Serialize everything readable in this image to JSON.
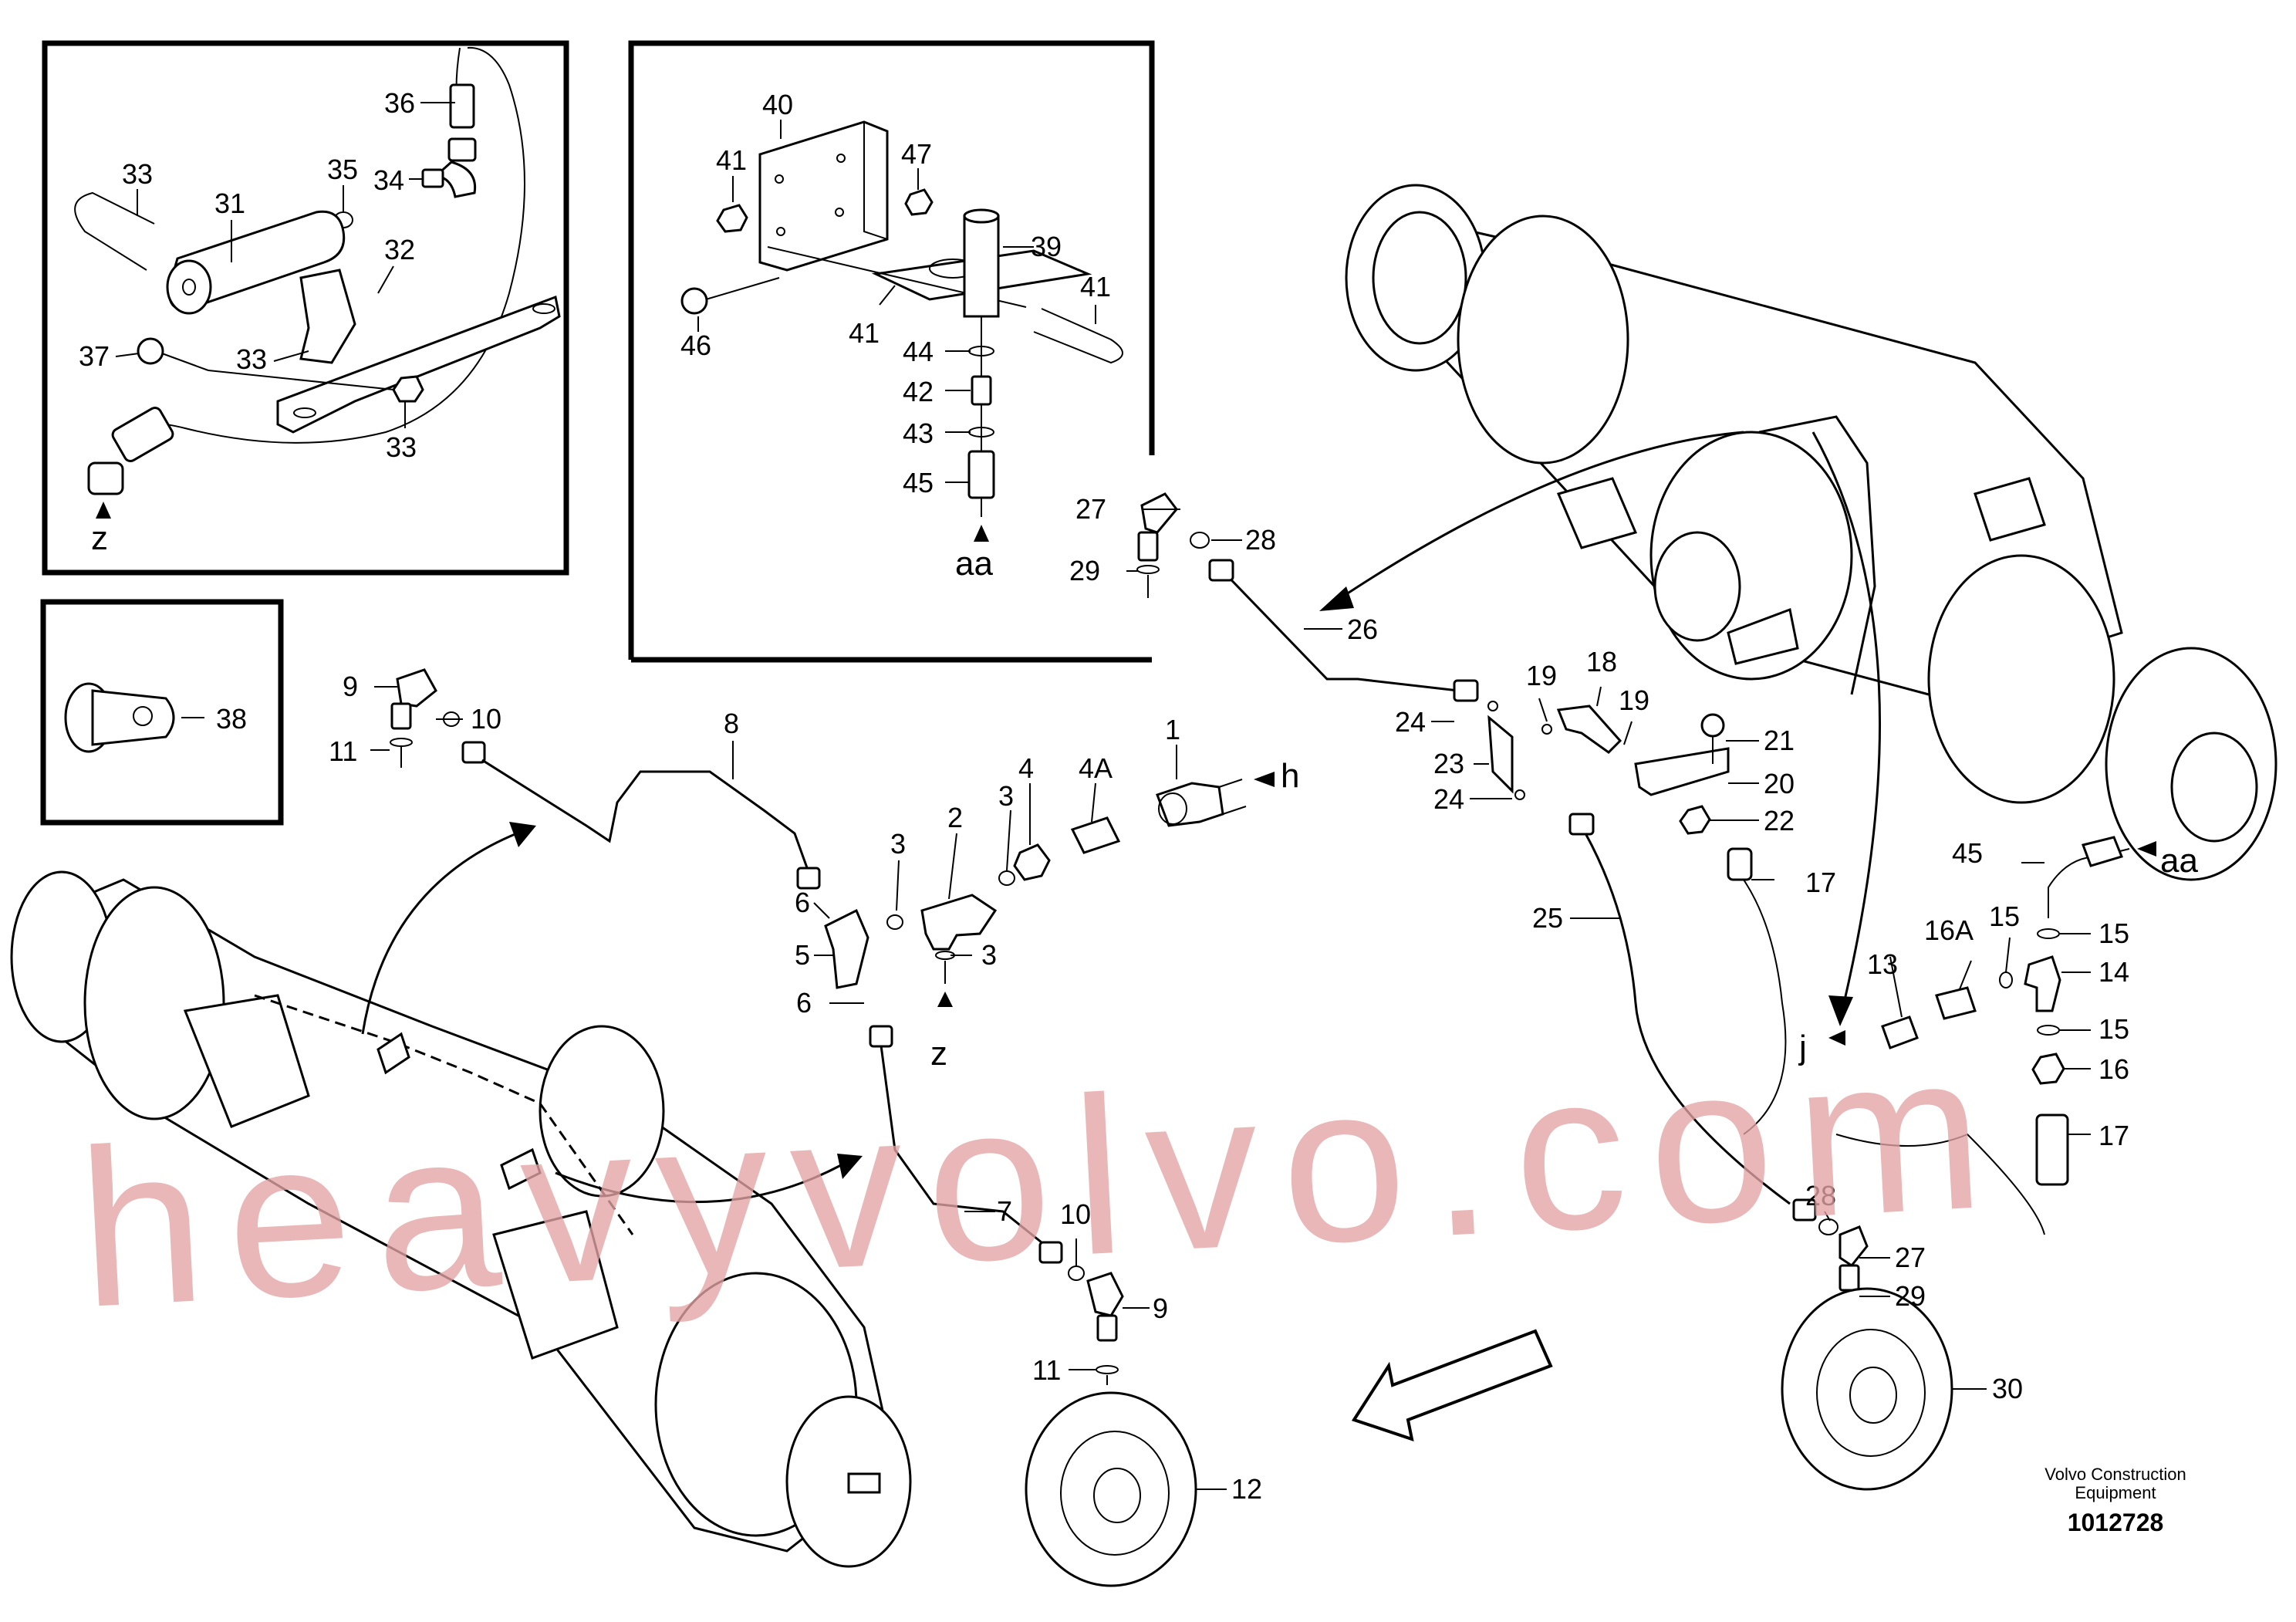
{
  "callouts": {
    "c1": "1",
    "c2": "2",
    "c3a": "3",
    "c3b": "3",
    "c4": "4",
    "c4a": "4A",
    "c5": "5",
    "c6a": "6",
    "c6b": "6",
    "c7": "7",
    "c8": "8",
    "c9a": "9",
    "c9b": "9",
    "c10a": "10",
    "c10b": "10",
    "c11a": "11",
    "c11b": "11",
    "c12": "12",
    "c13": "13",
    "c14": "14",
    "c15a": "15",
    "c15b": "15",
    "c16": "16",
    "c16a": "16A",
    "c17a": "17",
    "c17b": "17",
    "c18": "18",
    "c19a": "19",
    "c19b": "19",
    "c20": "20",
    "c21": "21",
    "c22": "22",
    "c23": "23",
    "c24a": "24",
    "c24b": "24",
    "c25": "25",
    "c26": "26",
    "c27a": "27",
    "c27b": "27",
    "c28a": "28",
    "c28b": "28",
    "c29a": "29",
    "c29b": "29",
    "c30": "30",
    "c31": "31",
    "c32": "32",
    "c33a": "33",
    "c33b": "33",
    "c33c": "33",
    "c34": "34",
    "c35": "35",
    "c36": "36",
    "c37": "37",
    "c38": "38",
    "c39": "39",
    "c40": "40",
    "c41a": "41",
    "c41b": "41",
    "c41c": "41",
    "c42": "42",
    "c43": "43",
    "c44": "44",
    "c45a": "45",
    "c45b": "45",
    "c46": "46",
    "c47": "47"
  },
  "connectors": {
    "z_inset": "z",
    "aa_inset": "aa",
    "h": "h",
    "z_main": "z",
    "j": "j",
    "aa_main": "aa"
  },
  "watermark": "heavyvolvo.com",
  "footer": {
    "company_line1": "Volvo Construction",
    "company_line2": "Equipment",
    "drawing_number": "1012728"
  }
}
